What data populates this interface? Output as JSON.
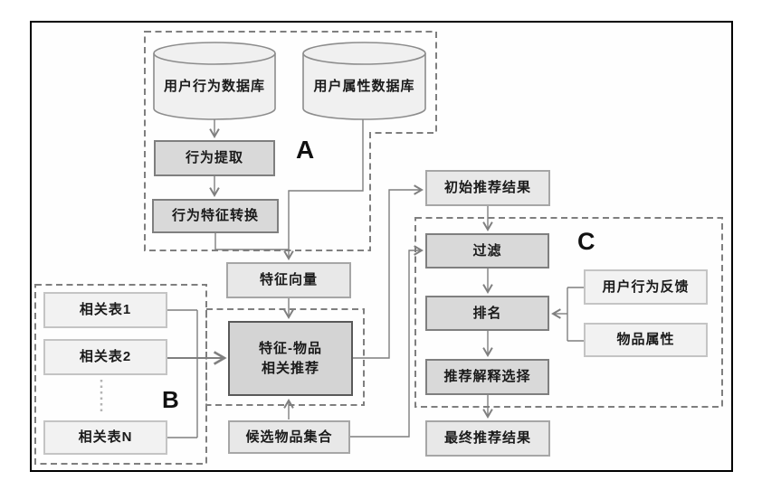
{
  "colors": {
    "frame": "#000000",
    "connector": "#7f7f7f",
    "dashed_outline": "#7f7f7f",
    "dark_box_fill": "#d9d9d9",
    "feature_box_fill": "#d4d4d4",
    "medium_box_fill": "#e8e8e8",
    "light_box_fill": "#f2f2f2"
  },
  "groups": {
    "a": {
      "label": "A"
    },
    "b": {
      "label": "B"
    },
    "c": {
      "label": "C"
    }
  },
  "nodes": {
    "user_behavior_db": {
      "label": "用户行为数据库"
    },
    "user_attribute_db": {
      "label": "用户属性数据库"
    },
    "behavior_extraction": {
      "label": "行为提取"
    },
    "behavior_feature_conversion": {
      "label": "行为特征转换"
    },
    "feature_vector": {
      "label": "特征向量"
    },
    "initial_recommendation_result": {
      "label": "初始推荐结果"
    },
    "filter": {
      "label": "过滤"
    },
    "ranking": {
      "label": "排名"
    },
    "recommendation_explanation_selection": {
      "label": "推荐解释选择"
    },
    "final_recommendation_result": {
      "label": "最终推荐结果"
    },
    "related_table_1": {
      "label": "相关表1"
    },
    "related_table_2": {
      "label": "相关表2"
    },
    "related_table_n": {
      "label": "相关表N"
    },
    "feature_item_recommendation": {
      "label_line1": "特征-物品",
      "label_line2": "相关推荐"
    },
    "candidate_item_set": {
      "label": "候选物品集合"
    },
    "user_behavior_feedback": {
      "label": "用户行为反馈"
    },
    "item_attributes": {
      "label": "物品属性"
    }
  }
}
